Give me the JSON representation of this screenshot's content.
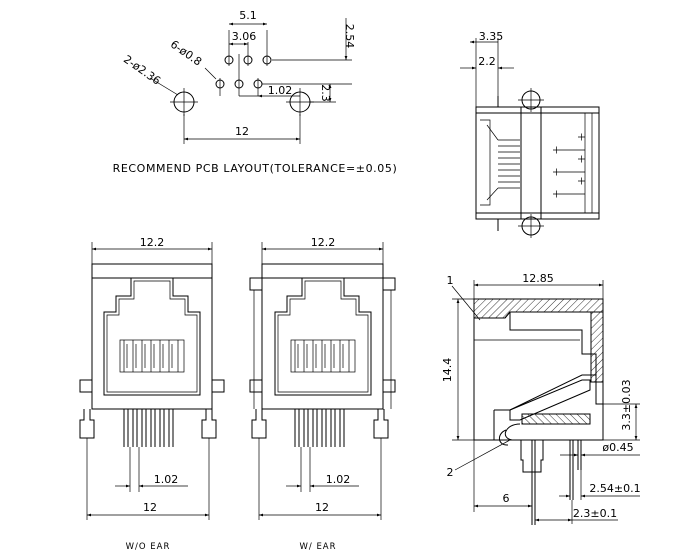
{
  "pcb_layout": {
    "dim_pitch_wide": "5.1",
    "dim_pitch_mid": "3.06",
    "dim_row_offset": "2.54",
    "dim_holes_pins": "6-ø0.8",
    "dim_holes_mount": "2-ø2.36",
    "dim_pin_pitch": "1.02",
    "dim_row_to_mount": "2.3",
    "dim_mount_span": "12",
    "note": "RECOMMEND PCB LAYOUT(TOLERANCE=±0.05)"
  },
  "top_view": {
    "dim_a": "3.35",
    "dim_b": "2.2"
  },
  "front_view_no_ear": {
    "dim_width": "12.2",
    "dim_pin_pitch": "1.02",
    "dim_mount_span": "12",
    "caption": "W/O EAR"
  },
  "front_view_ear": {
    "dim_width": "12.2",
    "dim_pin_pitch": "1.02",
    "dim_mount_span": "12",
    "caption": "W/ EAR"
  },
  "side_view": {
    "dim_depth": "12.85",
    "dim_height": "14.4",
    "dim_pin_height": "3.3±0.03",
    "dim_pin_dia": "ø0.45",
    "dim_front_offset": "6",
    "dim_pin_row1": "2.54±0.1",
    "dim_pin_row2": "2.3±0.1",
    "callout_1": "1",
    "callout_2": "2"
  }
}
